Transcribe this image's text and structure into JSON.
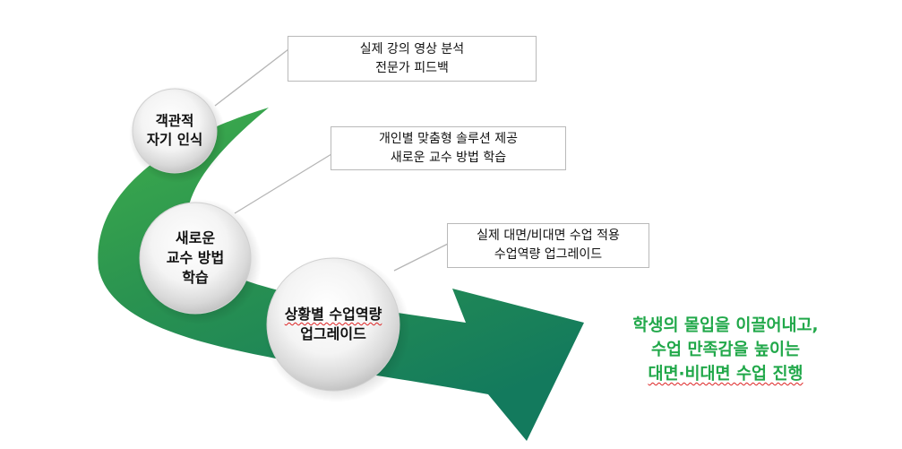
{
  "callouts": [
    {
      "lines": [
        "실제 강의 영상 분석",
        "전문가 피드백"
      ]
    },
    {
      "lines": [
        "개인별 맞춤형 솔루션 제공",
        "새로운 교수 방법 학습"
      ]
    },
    {
      "lines": [
        "실제 대면/비대면 수업 적용",
        "수업역량 업그레이드"
      ]
    }
  ],
  "circles": [
    {
      "lines": [
        "객관적",
        "자기 인식"
      ]
    },
    {
      "lines": [
        "새로운",
        "교수 방법",
        "학습"
      ]
    },
    {
      "lines": [
        "상황별 수업역량",
        "업그레이드"
      ]
    }
  ],
  "message": {
    "lines": [
      "학생의 몰입을 이끌어내고,",
      "수업 만족감을 높이는",
      "대면·비대면 수업 진행"
    ]
  },
  "colors": {
    "arrow_light": "#3dab4c",
    "arrow_dark": "#157a5c",
    "message_text": "#21a84a",
    "callout_border": "#b9b9b9",
    "leader_line": "#b5b5b5"
  }
}
